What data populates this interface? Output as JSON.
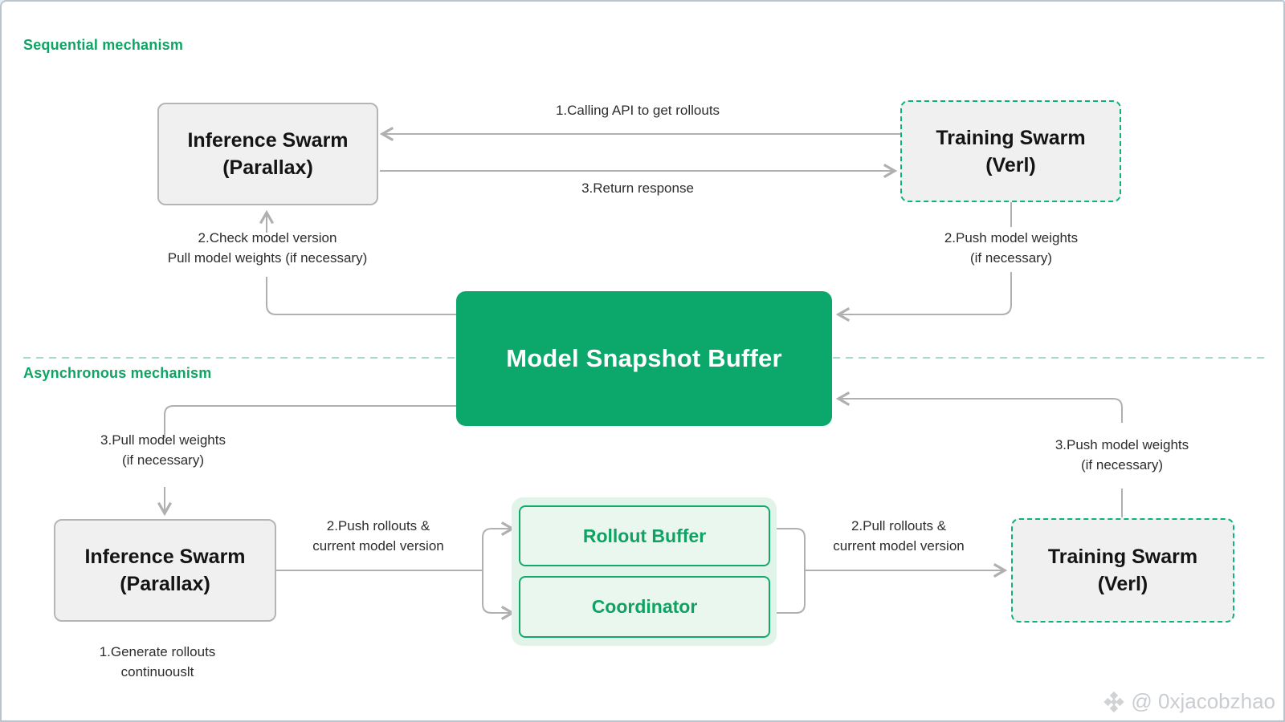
{
  "sections": {
    "sequential": {
      "title": "Sequential mechanism"
    },
    "asynchronous": {
      "title": "Asynchronous mechanism"
    }
  },
  "nodes": {
    "inference_seq": {
      "line1": "Inference Swarm",
      "line2": "(Parallax)"
    },
    "training_seq": {
      "line1": "Training Swarm",
      "line2": "(Verl)"
    },
    "buffer": {
      "label": "Model Snapshot Buffer"
    },
    "inference_async": {
      "line1": "Inference Swarm",
      "line2": "(Parallax)"
    },
    "training_async": {
      "line1": "Training Swarm",
      "line2": "(Verl)"
    },
    "rollout_buffer": {
      "label": "Rollout Buffer"
    },
    "coordinator": {
      "label": "Coordinator"
    }
  },
  "labels": {
    "seq_call_api": {
      "line1": "1.Calling API to get rollouts"
    },
    "seq_return": {
      "line1": "3.Return response"
    },
    "seq_check": {
      "line1": "2.Check model version",
      "line2": "Pull model weights (if necessary)"
    },
    "seq_push": {
      "line1": "2.Push model weights",
      "line2": "(if necessary)"
    },
    "async_pull_weights": {
      "line1": "3.Pull model weights",
      "line2": "(if necessary)"
    },
    "async_generate": {
      "line1": "1.Generate rollouts",
      "line2": "continuouslt"
    },
    "async_push_rollouts": {
      "line1": "2.Push rollouts &",
      "line2": "current model version"
    },
    "async_pull_rollouts": {
      "line1": "2.Pull rollouts &",
      "line2": "current model version"
    },
    "async_push_weights": {
      "line1": "3.Push model weights",
      "line2": "(if necessary)"
    }
  },
  "watermark": {
    "handle": "@ 0xjacobzhao",
    "icon": "binance-diamond-icon"
  },
  "colors": {
    "brand_green": "#0ca76b",
    "heading_green": "#0fa463",
    "pill_green_border": "#12a96b",
    "pill_bg": "#e9f7ef",
    "pill_container_bg": "#e2f4e9",
    "gray_box_bg": "#f0f0f0",
    "gray_box_border": "#b5b5b5",
    "connector_gray": "#b0b0b0",
    "separator_teal": "#a9dcc5",
    "watermark_gray": "#c9cdd1",
    "frame_border": "#b9c5cf"
  }
}
